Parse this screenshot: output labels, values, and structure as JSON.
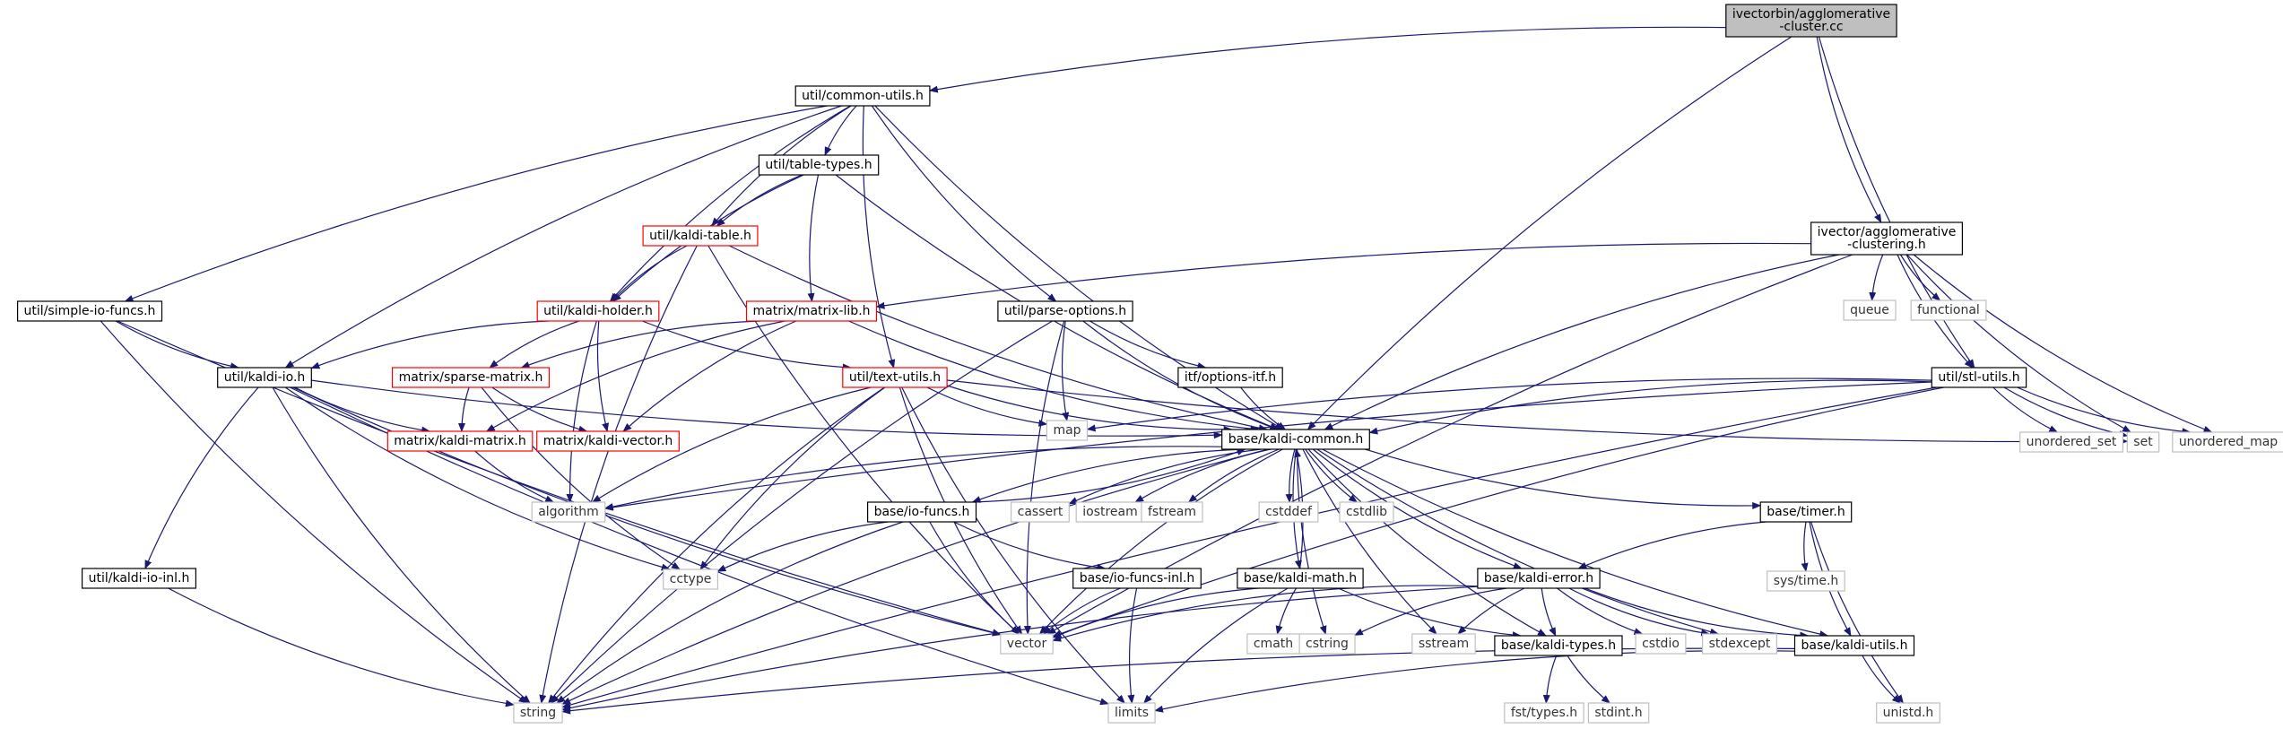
{
  "colors": {
    "edge": "#191970",
    "border_black": "#000000",
    "border_red": "#ff0000",
    "border_gray": "#bfbfbf",
    "root_fill": "#bfbfbf",
    "node_fill": "#ffffff"
  },
  "nodes": [
    {
      "id": "root",
      "lines": [
        "ivectorbin/agglomerative",
        "-cluster.cc"
      ],
      "style": "root"
    },
    {
      "id": "common_utils",
      "lines": [
        "util/common-utils.h"
      ],
      "style": "black"
    },
    {
      "id": "agg_h",
      "lines": [
        "ivector/agglomerative",
        "-clustering.h"
      ],
      "style": "black"
    },
    {
      "id": "table_types",
      "lines": [
        "util/table-types.h"
      ],
      "style": "black"
    },
    {
      "id": "kaldi_table",
      "lines": [
        "util/kaldi-table.h"
      ],
      "style": "red"
    },
    {
      "id": "simple_io",
      "lines": [
        "util/simple-io-funcs.h"
      ],
      "style": "black"
    },
    {
      "id": "kaldi_holder",
      "lines": [
        "util/kaldi-holder.h"
      ],
      "style": "red"
    },
    {
      "id": "matrix_lib",
      "lines": [
        "matrix/matrix-lib.h"
      ],
      "style": "red"
    },
    {
      "id": "parse_options",
      "lines": [
        "util/parse-options.h"
      ],
      "style": "black"
    },
    {
      "id": "queue",
      "lines": [
        "queue"
      ],
      "style": "gray"
    },
    {
      "id": "functional",
      "lines": [
        "functional"
      ],
      "style": "gray"
    },
    {
      "id": "kaldi_io",
      "lines": [
        "util/kaldi-io.h"
      ],
      "style": "black"
    },
    {
      "id": "sparse_matrix",
      "lines": [
        "matrix/sparse-matrix.h"
      ],
      "style": "red"
    },
    {
      "id": "text_utils",
      "lines": [
        "util/text-utils.h"
      ],
      "style": "red"
    },
    {
      "id": "options_itf",
      "lines": [
        "itf/options-itf.h"
      ],
      "style": "black"
    },
    {
      "id": "stl_utils",
      "lines": [
        "util/stl-utils.h"
      ],
      "style": "black"
    },
    {
      "id": "map",
      "lines": [
        "map"
      ],
      "style": "gray"
    },
    {
      "id": "kaldi_matrix",
      "lines": [
        "matrix/kaldi-matrix.h"
      ],
      "style": "red"
    },
    {
      "id": "kaldi_vector",
      "lines": [
        "matrix/kaldi-vector.h"
      ],
      "style": "red"
    },
    {
      "id": "kaldi_common",
      "lines": [
        "base/kaldi-common.h"
      ],
      "style": "black"
    },
    {
      "id": "unordered_set",
      "lines": [
        "unordered_set"
      ],
      "style": "gray"
    },
    {
      "id": "set",
      "lines": [
        "set"
      ],
      "style": "gray"
    },
    {
      "id": "unordered_map",
      "lines": [
        "unordered_map"
      ],
      "style": "gray"
    },
    {
      "id": "algorithm",
      "lines": [
        "algorithm"
      ],
      "style": "gray"
    },
    {
      "id": "io_funcs",
      "lines": [
        "base/io-funcs.h"
      ],
      "style": "black"
    },
    {
      "id": "cassert",
      "lines": [
        "cassert"
      ],
      "style": "gray"
    },
    {
      "id": "iostream",
      "lines": [
        "iostream"
      ],
      "style": "gray"
    },
    {
      "id": "fstream",
      "lines": [
        "fstream"
      ],
      "style": "gray"
    },
    {
      "id": "cstddef",
      "lines": [
        "cstddef"
      ],
      "style": "gray"
    },
    {
      "id": "cstdlib",
      "lines": [
        "cstdlib"
      ],
      "style": "gray"
    },
    {
      "id": "timer",
      "lines": [
        "base/timer.h"
      ],
      "style": "black"
    },
    {
      "id": "systime",
      "lines": [
        "sys/time.h"
      ],
      "style": "gray"
    },
    {
      "id": "kaldi_io_inl",
      "lines": [
        "util/kaldi-io-inl.h"
      ],
      "style": "black"
    },
    {
      "id": "cctype",
      "lines": [
        "cctype"
      ],
      "style": "gray"
    },
    {
      "id": "io_funcs_inl",
      "lines": [
        "base/io-funcs-inl.h"
      ],
      "style": "black"
    },
    {
      "id": "kaldi_math",
      "lines": [
        "base/kaldi-math.h"
      ],
      "style": "black"
    },
    {
      "id": "kaldi_error",
      "lines": [
        "base/kaldi-error.h"
      ],
      "style": "black"
    },
    {
      "id": "vector",
      "lines": [
        "vector"
      ],
      "style": "gray"
    },
    {
      "id": "cmath",
      "lines": [
        "cmath"
      ],
      "style": "gray"
    },
    {
      "id": "cstring",
      "lines": [
        "cstring"
      ],
      "style": "gray"
    },
    {
      "id": "sstream",
      "lines": [
        "sstream"
      ],
      "style": "gray"
    },
    {
      "id": "kaldi_types",
      "lines": [
        "base/kaldi-types.h"
      ],
      "style": "black"
    },
    {
      "id": "cstdio",
      "lines": [
        "cstdio"
      ],
      "style": "gray"
    },
    {
      "id": "stdexcept",
      "lines": [
        "stdexcept"
      ],
      "style": "gray"
    },
    {
      "id": "kaldi_utils",
      "lines": [
        "base/kaldi-utils.h"
      ],
      "style": "black"
    },
    {
      "id": "string",
      "lines": [
        "string"
      ],
      "style": "gray"
    },
    {
      "id": "limits",
      "lines": [
        "limits"
      ],
      "style": "gray"
    },
    {
      "id": "fst_types",
      "lines": [
        "fst/types.h"
      ],
      "style": "gray"
    },
    {
      "id": "stdint",
      "lines": [
        "stdint.h"
      ],
      "style": "gray"
    },
    {
      "id": "unistd",
      "lines": [
        "unistd.h"
      ],
      "style": "gray"
    }
  ],
  "edges": [
    [
      "root",
      "common_utils"
    ],
    [
      "root",
      "agg_h"
    ],
    [
      "root",
      "stl_utils"
    ],
    [
      "root",
      "kaldi_common"
    ],
    [
      "common_utils",
      "table_types"
    ],
    [
      "common_utils",
      "kaldi_table"
    ],
    [
      "common_utils",
      "simple_io"
    ],
    [
      "common_utils",
      "kaldi_holder"
    ],
    [
      "common_utils",
      "parse_options"
    ],
    [
      "common_utils",
      "kaldi_io"
    ],
    [
      "common_utils",
      "text_utils"
    ],
    [
      "common_utils",
      "kaldi_common"
    ],
    [
      "table_types",
      "kaldi_table"
    ],
    [
      "table_types",
      "kaldi_holder"
    ],
    [
      "table_types",
      "matrix_lib"
    ],
    [
      "table_types",
      "kaldi_common"
    ],
    [
      "kaldi_table",
      "kaldi_holder"
    ],
    [
      "kaldi_table",
      "kaldi_common"
    ],
    [
      "kaldi_table",
      "string"
    ],
    [
      "kaldi_table",
      "vector"
    ],
    [
      "simple_io",
      "kaldi_io"
    ],
    [
      "simple_io",
      "string"
    ],
    [
      "simple_io",
      "vector"
    ],
    [
      "kaldi_holder",
      "kaldi_io"
    ],
    [
      "kaldi_holder",
      "sparse_matrix"
    ],
    [
      "kaldi_holder",
      "text_utils"
    ],
    [
      "kaldi_holder",
      "kaldi_vector"
    ],
    [
      "kaldi_holder",
      "algorithm"
    ],
    [
      "matrix_lib",
      "sparse_matrix"
    ],
    [
      "matrix_lib",
      "kaldi_matrix"
    ],
    [
      "matrix_lib",
      "kaldi_vector"
    ],
    [
      "matrix_lib",
      "kaldi_common"
    ],
    [
      "parse_options",
      "options_itf"
    ],
    [
      "parse_options",
      "map"
    ],
    [
      "parse_options",
      "kaldi_common"
    ],
    [
      "parse_options",
      "vector"
    ],
    [
      "parse_options",
      "string"
    ],
    [
      "options_itf",
      "kaldi_common"
    ],
    [
      "agg_h",
      "matrix_lib"
    ],
    [
      "agg_h",
      "queue"
    ],
    [
      "agg_h",
      "functional"
    ],
    [
      "agg_h",
      "stl_utils"
    ],
    [
      "agg_h",
      "kaldi_common"
    ],
    [
      "agg_h",
      "set"
    ],
    [
      "agg_h",
      "unordered_map"
    ],
    [
      "agg_h",
      "vector"
    ],
    [
      "kaldi_io",
      "kaldi_matrix"
    ],
    [
      "kaldi_io",
      "kaldi_common"
    ],
    [
      "kaldi_io",
      "kaldi_io_inl"
    ],
    [
      "kaldi_io",
      "cctype"
    ],
    [
      "kaldi_io",
      "vector"
    ],
    [
      "kaldi_io",
      "string"
    ],
    [
      "kaldi_io",
      "limits"
    ],
    [
      "sparse_matrix",
      "kaldi_matrix"
    ],
    [
      "sparse_matrix",
      "kaldi_vector"
    ],
    [
      "sparse_matrix",
      "cctype"
    ],
    [
      "text_utils",
      "kaldi_common"
    ],
    [
      "text_utils",
      "map"
    ],
    [
      "text_utils",
      "set"
    ],
    [
      "text_utils",
      "algorithm"
    ],
    [
      "text_utils",
      "vector"
    ],
    [
      "text_utils",
      "string"
    ],
    [
      "text_utils",
      "limits"
    ],
    [
      "text_utils",
      "cctype"
    ],
    [
      "stl_utils",
      "kaldi_common"
    ],
    [
      "stl_utils",
      "map"
    ],
    [
      "stl_utils",
      "unordered_set"
    ],
    [
      "stl_utils",
      "set"
    ],
    [
      "stl_utils",
      "unordered_map"
    ],
    [
      "stl_utils",
      "algorithm"
    ],
    [
      "stl_utils",
      "vector"
    ],
    [
      "stl_utils",
      "string"
    ],
    [
      "kaldi_matrix",
      "algorithm"
    ],
    [
      "kaldi_common",
      "io_funcs"
    ],
    [
      "kaldi_common",
      "algorithm"
    ],
    [
      "kaldi_common",
      "cassert"
    ],
    [
      "kaldi_common",
      "iostream"
    ],
    [
      "kaldi_common",
      "fstream"
    ],
    [
      "kaldi_common",
      "cstddef"
    ],
    [
      "kaldi_common",
      "cstdlib"
    ],
    [
      "kaldi_common",
      "timer"
    ],
    [
      "kaldi_common",
      "kaldi_math"
    ],
    [
      "kaldi_common",
      "kaldi_error"
    ],
    [
      "kaldi_common",
      "vector"
    ],
    [
      "kaldi_common",
      "cstring"
    ],
    [
      "kaldi_common",
      "sstream"
    ],
    [
      "kaldi_common",
      "kaldi_types"
    ],
    [
      "kaldi_common",
      "stdexcept"
    ],
    [
      "kaldi_common",
      "kaldi_utils"
    ],
    [
      "kaldi_common",
      "string"
    ],
    [
      "io_funcs",
      "kaldi_common"
    ],
    [
      "io_funcs",
      "io_funcs_inl"
    ],
    [
      "io_funcs",
      "cctype"
    ],
    [
      "io_funcs",
      "vector"
    ],
    [
      "io_funcs",
      "string"
    ],
    [
      "io_funcs_inl",
      "vector"
    ],
    [
      "io_funcs_inl",
      "limits"
    ],
    [
      "kaldi_io_inl",
      "string"
    ],
    [
      "timer",
      "systime"
    ],
    [
      "timer",
      "kaldi_error"
    ],
    [
      "timer",
      "kaldi_utils"
    ],
    [
      "timer",
      "unistd"
    ],
    [
      "kaldi_math",
      "kaldi_common"
    ],
    [
      "kaldi_math",
      "vector"
    ],
    [
      "kaldi_math",
      "cmath"
    ],
    [
      "kaldi_math",
      "limits"
    ],
    [
      "kaldi_math",
      "kaldi_types"
    ],
    [
      "kaldi_error",
      "vector"
    ],
    [
      "kaldi_error",
      "cstring"
    ],
    [
      "kaldi_error",
      "sstream"
    ],
    [
      "kaldi_error",
      "kaldi_types"
    ],
    [
      "kaldi_error",
      "cstdio"
    ],
    [
      "kaldi_error",
      "stdexcept"
    ],
    [
      "kaldi_error",
      "kaldi_utils"
    ],
    [
      "kaldi_error",
      "string"
    ],
    [
      "kaldi_types",
      "fst_types"
    ],
    [
      "kaldi_types",
      "stdint"
    ],
    [
      "kaldi_utils",
      "string"
    ],
    [
      "kaldi_utils",
      "limits"
    ],
    [
      "kaldi_utils",
      "unistd"
    ]
  ]
}
